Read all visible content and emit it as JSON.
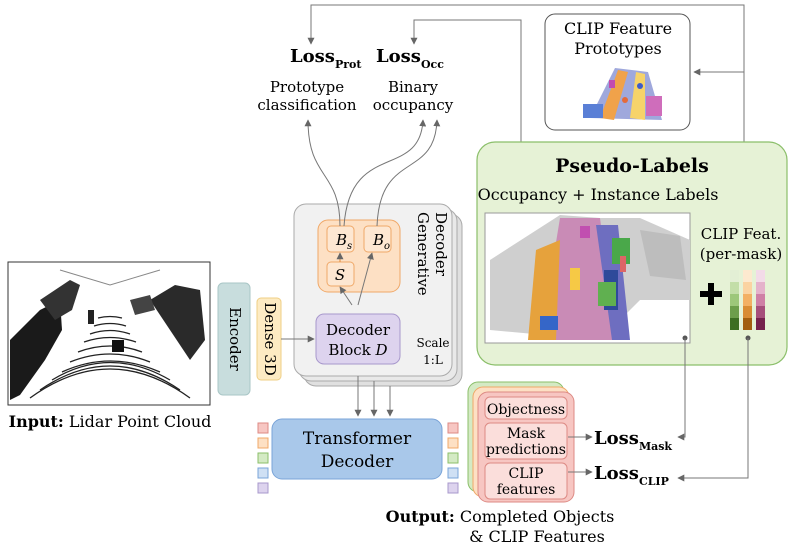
{
  "losses": {
    "prot": {
      "main": "Loss",
      "sub": "Prot",
      "desc1": "Prototype",
      "desc2": "classification"
    },
    "occ": {
      "main": "Loss",
      "sub": "Occ",
      "desc1": "Binary",
      "desc2": "occupancy"
    },
    "mask": {
      "main": "Loss",
      "sub": "Mask"
    },
    "clip": {
      "main": "Loss",
      "sub": "CLIP"
    }
  },
  "clip_prototypes": {
    "line1": "CLIP Feature",
    "line2": "Prototypes"
  },
  "pseudo_labels": {
    "title": "Pseudo-Labels",
    "subtitle": "Occupancy + Instance Labels",
    "clip_feat_line1": "CLIP Feat.",
    "clip_feat_line2": "(per-mask)"
  },
  "generative_decoder": {
    "title_line1": "Generative",
    "title_line2": "Decoder",
    "b_s": "B",
    "b_s_sub": "s",
    "b_o": "B",
    "b_o_sub": "o",
    "s": "S",
    "block_line1": "Decoder",
    "block_line2": "Block ",
    "block_var": "D",
    "scale_line1": "Scale",
    "scale_line2": "1:L"
  },
  "encoder": "Encoder",
  "dense3d": "Dense 3D",
  "input_caption": {
    "bold": "Input:",
    "rest": " Lidar Point Cloud"
  },
  "transformer": {
    "line1": "Transformer",
    "line2": "Decoder"
  },
  "outputs": {
    "objectness": "Objectness",
    "mask_line1": "Mask",
    "mask_line2": "predictions",
    "clip_line1": "CLIP",
    "clip_line2": "features"
  },
  "output_caption": {
    "bold": "Output:",
    "rest1": " Completed Objects",
    "rest2": "& CLIP Features"
  },
  "colors": {
    "green_panel": "#e6f2d6",
    "green_border": "#8bbf6a",
    "orange_box": "#fde0c4",
    "orange_border": "#f0a868",
    "purple_block": "#ddd3ee",
    "purple_border": "#a898cc",
    "encoder_fill": "#c8dddd",
    "dense3d_fill": "#fdebc3",
    "transformer_fill": "#a9c8ea",
    "transformer_border": "#7aa4d8",
    "output_pink": "#f7c6c2",
    "output_border": "#dd8a84"
  }
}
